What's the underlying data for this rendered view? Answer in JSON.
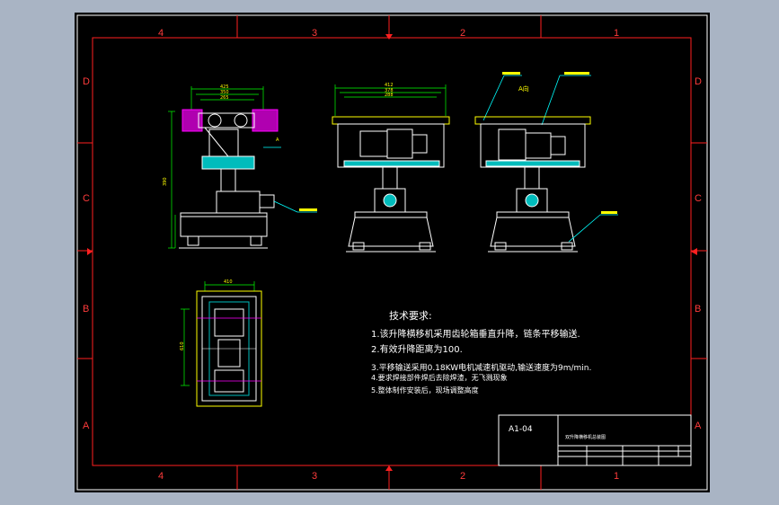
{
  "drawing": {
    "zones_top": [
      "4",
      "3",
      "2",
      "1"
    ],
    "zones_bottom": [
      "4",
      "3",
      "2",
      "1"
    ],
    "zones_left": [
      "D",
      "C",
      "B",
      "A"
    ],
    "zones_right": [
      "A",
      "B",
      "C",
      "D"
    ],
    "dims_front": [
      "425",
      "350",
      "265"
    ],
    "dims_side": [
      "412",
      "378",
      "288"
    ],
    "dim_vertical": "390",
    "dim_plan_width": "410",
    "dim_plan_height": "610",
    "view_label_a": "A",
    "view_label_a2": "A向"
  },
  "tech": {
    "title": "技术要求:",
    "notes": [
      "1.该升降横移机采用齿轮箱垂直升降，链条平移输送.",
      "2.有效升降距离为100.",
      "3.平移输送采用0.18KW电机减速机驱动,输送速度为9m/min.",
      "4.要求焊接部件焊后去除焊渣，无飞溅现象",
      "5.整体制作安装后，现场调整高度"
    ]
  },
  "title_block": {
    "drawing_no": "A1-04",
    "title": "双升降横移机总装图"
  },
  "colors": {
    "sheet": "#000000",
    "background": "#a9b4c4",
    "border": "#ff2020",
    "outline": "#ffffff",
    "dimension": "#00ff00",
    "hatch": "#ff00ff",
    "leader": "#00ffff",
    "fill_part": "#00bcbc"
  }
}
